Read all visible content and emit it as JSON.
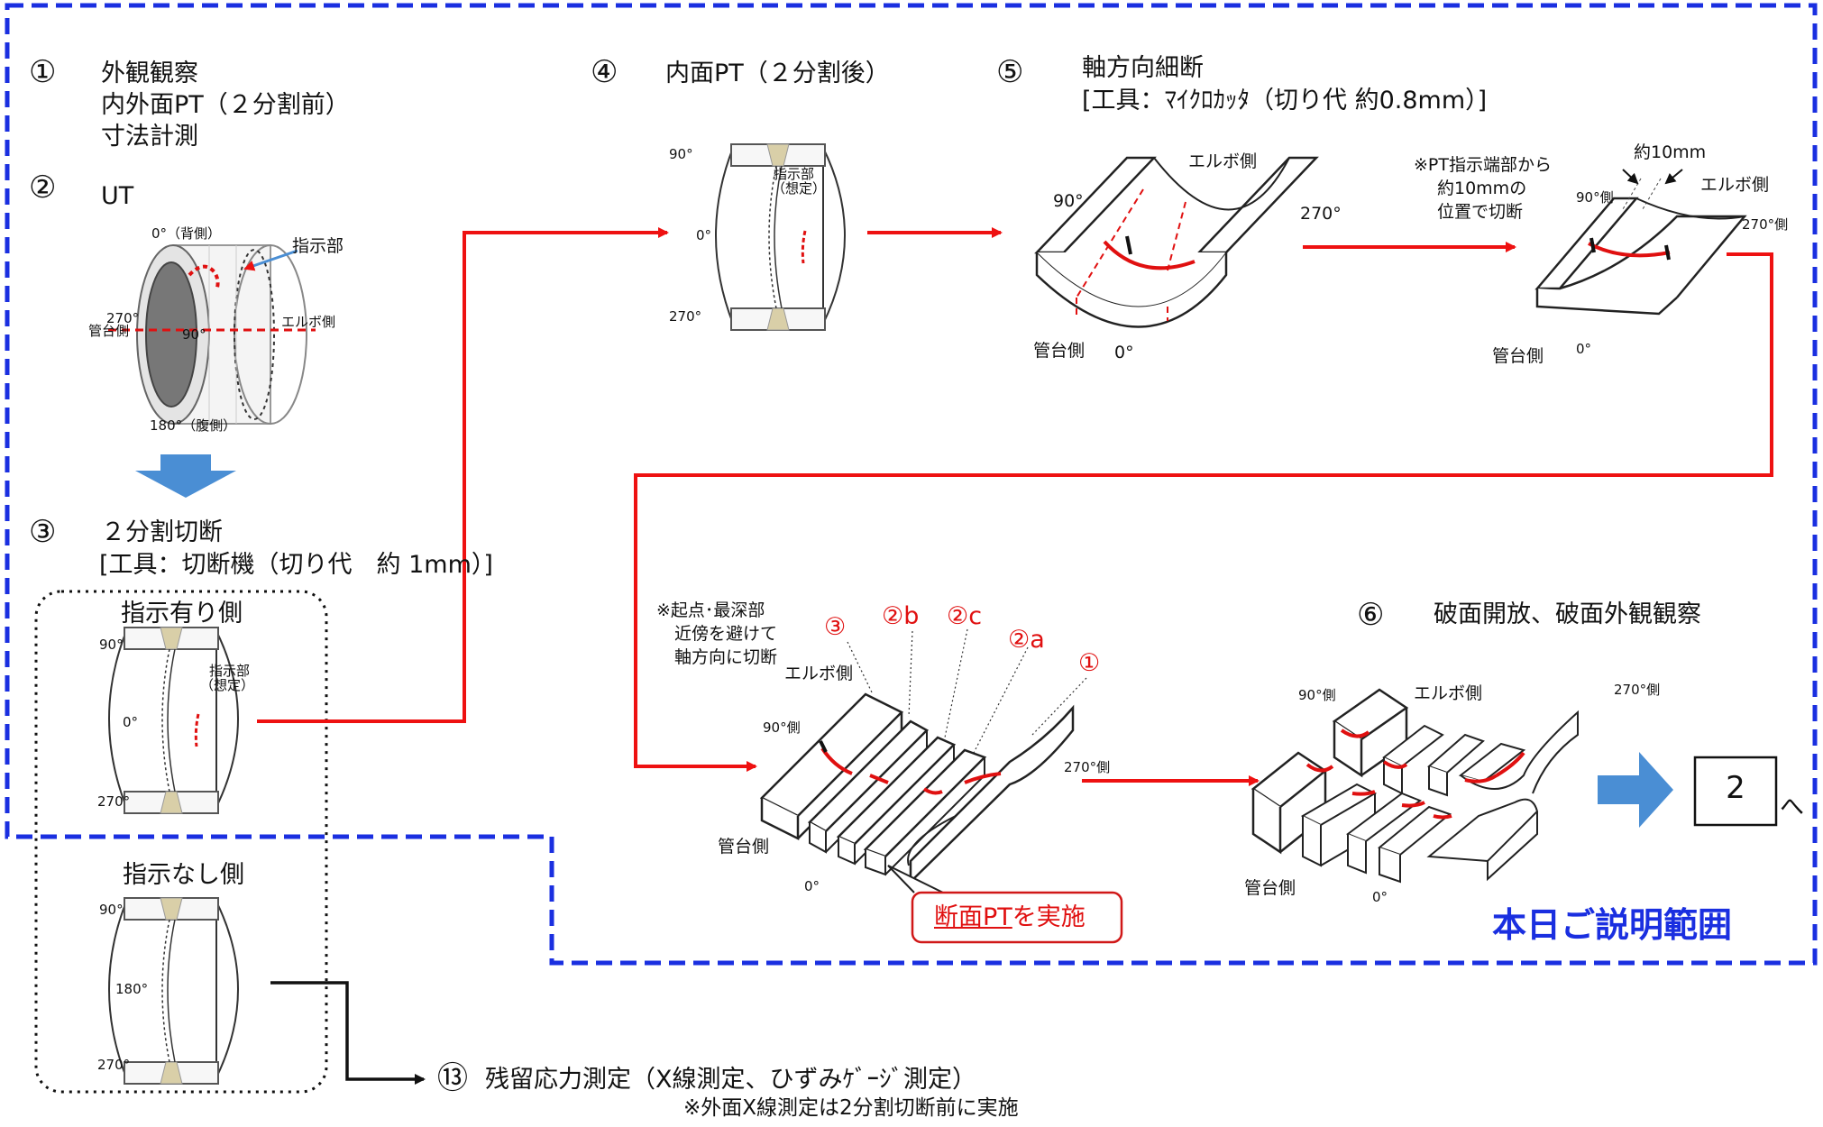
{
  "steps": {
    "s1": {
      "num": "①",
      "lines": [
        "外観観察",
        "内外面PT（２分割前）",
        "寸法計測"
      ]
    },
    "s2": {
      "num": "②",
      "label": "UT"
    },
    "s3": {
      "num": "③",
      "label": "２分割切断",
      "tool": "[工具：切断機（切り代　約 1mm）]"
    },
    "s4": {
      "num": "④",
      "label": "内面PT（２分割後）"
    },
    "s5": {
      "num": "⑤",
      "label": "軸方向細断",
      "tool": "[工具：ﾏｲｸﾛｶｯﾀ（切り代 約0.8mm）]"
    },
    "s6": {
      "num": "⑥",
      "label": "破面開放、破面外観観察"
    },
    "s13": {
      "num": "⑬",
      "label": "残留応力測定（X線測定、ひずみｹﾞｰｼﾞ測定）",
      "note": "※外面X線測定は2分割切断前に実施"
    }
  },
  "ut_figure": {
    "top": "0°（背側）",
    "bottom": "180°（腹側）",
    "left_angle": "270°",
    "left_side": "管台側",
    "right_side": "エルボ側",
    "mid_angle": "90°",
    "indication": "指示部"
  },
  "half_with": {
    "title": "指示有り側",
    "a90": "90°",
    "a0": "0°",
    "a270": "270°",
    "ind1": "指示部",
    "ind2": "（想定）"
  },
  "half_without": {
    "title": "指示なし側",
    "a90": "90°",
    "a180": "180°",
    "a270": "270°"
  },
  "half_s4": {
    "a90": "90°",
    "a0": "0°",
    "a270": "270°",
    "ind1": "指示部",
    "ind2": "（想定）"
  },
  "cut_a": {
    "elbow": "エルボ側",
    "a90": "90°",
    "a270": "270°",
    "nozzle": "管台側",
    "a0": "0°"
  },
  "cut_b": {
    "note": [
      "※PT指示端部から",
      "約10mmの",
      "位置で切断"
    ],
    "dist": "約10mm",
    "a90": "90°側",
    "elbow": "エルボ側",
    "a270": "270°側",
    "nozzle": "管台側",
    "a0": "0°"
  },
  "slices": {
    "note": [
      "※起点･最深部",
      "近傍を避けて",
      "軸方向に切断"
    ],
    "labels": [
      "③",
      "②b",
      "②c",
      "②a",
      "①"
    ],
    "elbow": "エルボ側",
    "a90": "90°側",
    "a270": "270°側",
    "nozzle": "管台側",
    "a0": "0°",
    "callout_u": "断面PT",
    "callout_rest": "を実施"
  },
  "fracture": {
    "a90": "90°側",
    "elbow": "エルボ側",
    "a270": "270°側",
    "nozzle": "管台側",
    "a0": "0°"
  },
  "next": {
    "box": "2",
    "suffix": "へ"
  },
  "scope": "本日ご説明範囲",
  "colors": {
    "flow": "#ee1111",
    "scope": "#1a2fe0",
    "arrow": "#4a8ed4",
    "weld": "#d9cfa8"
  }
}
